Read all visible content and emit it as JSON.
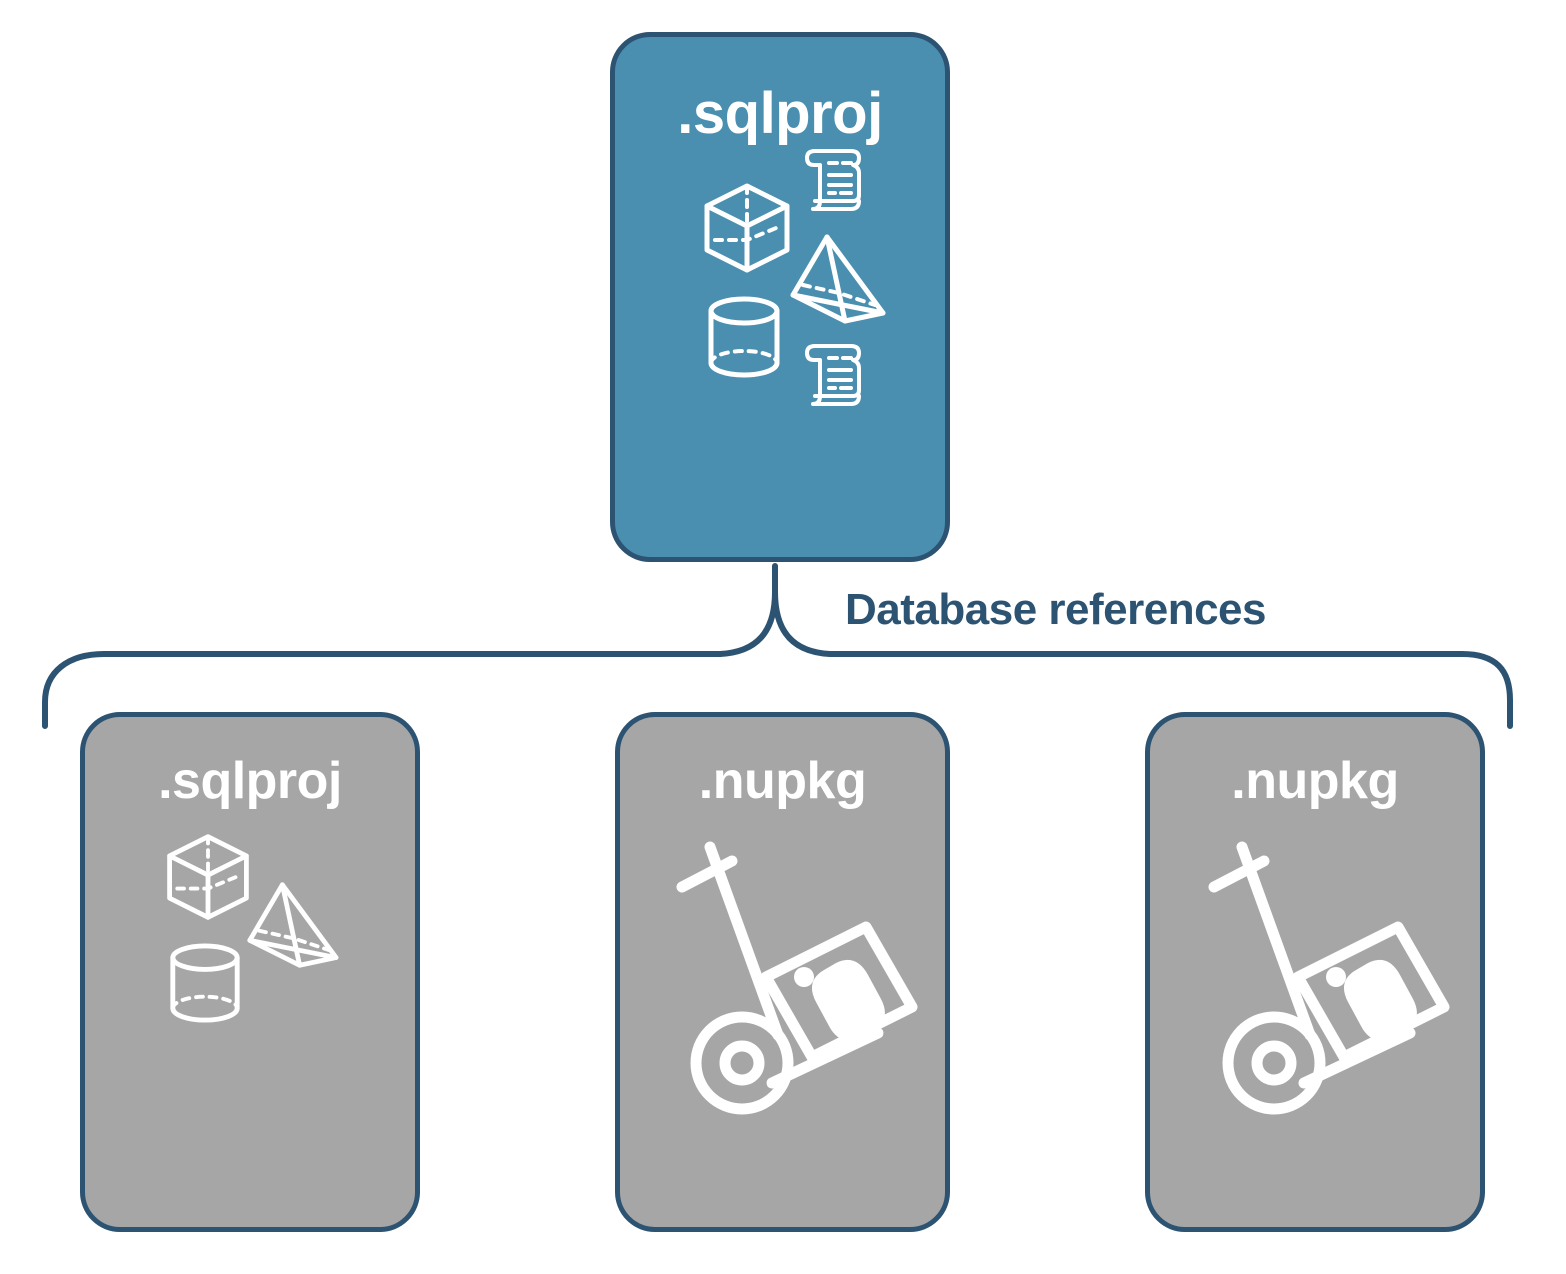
{
  "diagram": {
    "type": "hierarchy",
    "orientation": "top-down",
    "colors": {
      "accent_blue_fill": "#4a8fb0",
      "gray_fill": "#a6a6a6",
      "outline_navy": "#2c5372",
      "label_navy": "#2c5372",
      "icon_white": "#ffffff",
      "background": "#ffffff"
    },
    "connector": {
      "label": "Database references",
      "style": "curly-brace",
      "color": "#2c5372"
    },
    "root": {
      "title": ".sqlproj",
      "fill": "blue",
      "icons": [
        "cube-icon",
        "pyramid-icon",
        "cylinder-icon",
        "script-scroll-icon",
        "script-scroll-icon"
      ]
    },
    "children": [
      {
        "title": ".sqlproj",
        "fill": "gray",
        "icons": [
          "cube-icon",
          "pyramid-icon",
          "cylinder-icon"
        ]
      },
      {
        "title": ".nupkg",
        "fill": "gray",
        "icons": [
          "hand-truck-package-icon"
        ]
      },
      {
        "title": ".nupkg",
        "fill": "gray",
        "icons": [
          "hand-truck-package-icon"
        ]
      }
    ]
  }
}
